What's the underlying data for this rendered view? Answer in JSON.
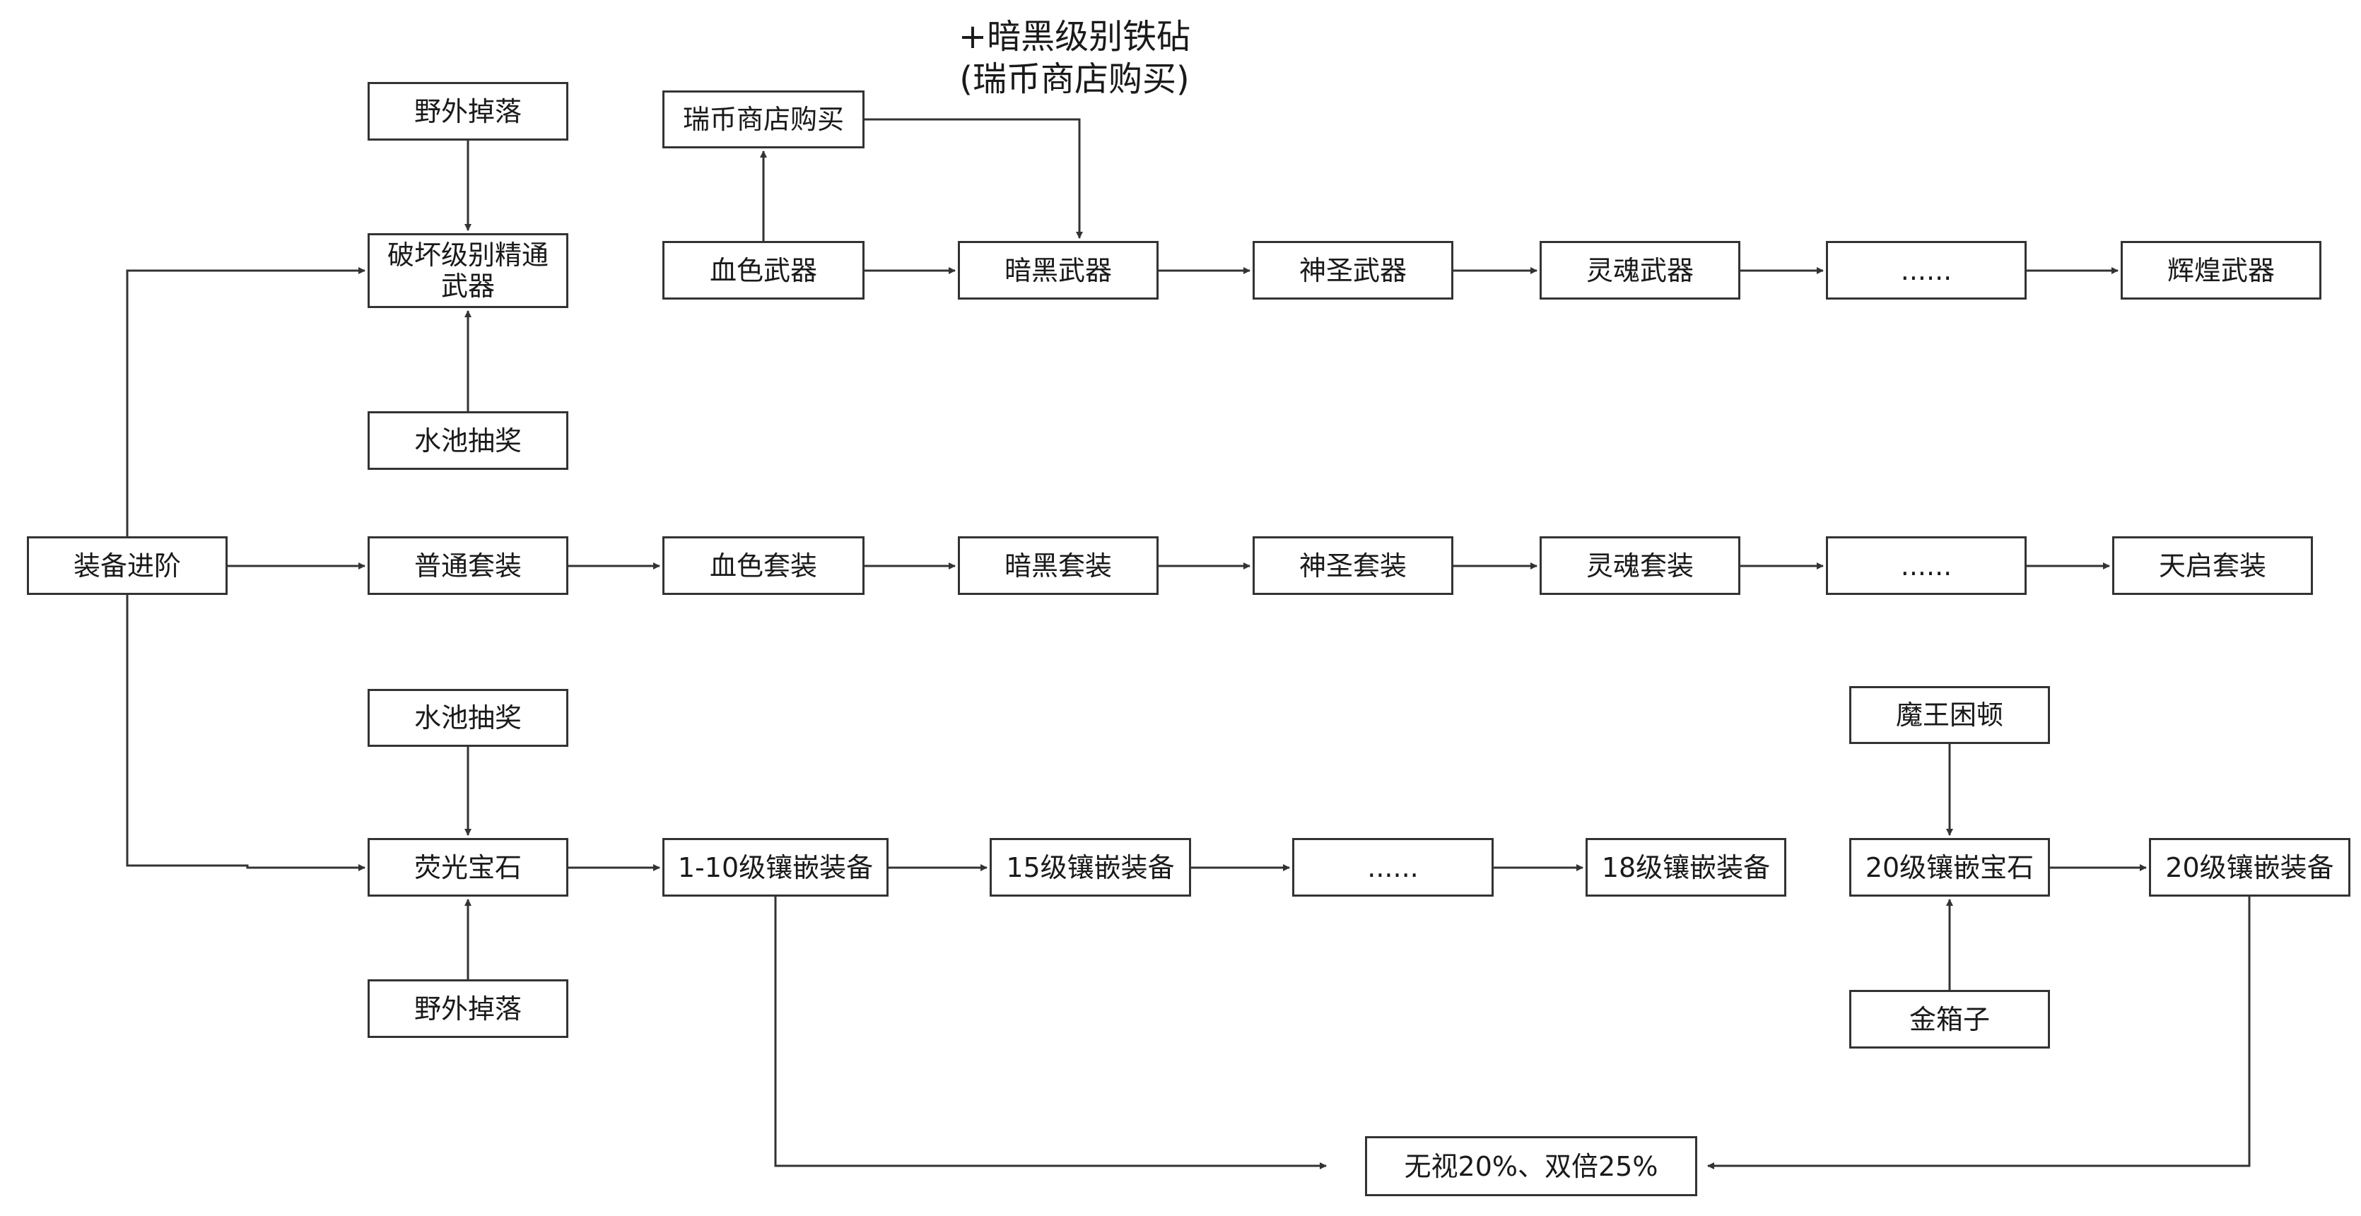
{
  "diagram": {
    "annotation": {
      "line1": "+暗黑级别铁砧",
      "line2": "(瑞币商店购买)"
    },
    "nodes": {
      "root": "装备进阶",
      "wild_drop_top": "野外掉落",
      "break_weapon": "破坏级别精通\n武器",
      "pool_draw_top": "水池抽奖",
      "ruibi_shop": "瑞币商店购买",
      "blood_weapon": "血色武器",
      "dark_weapon": "暗黑武器",
      "holy_weapon": "神圣武器",
      "soul_weapon": "灵魂武器",
      "weapon_more": "......",
      "brilliant_weapon": "辉煌武器",
      "normal_set": "普通套装",
      "blood_set": "血色套装",
      "dark_set": "暗黑套装",
      "holy_set": "神圣套装",
      "soul_set": "灵魂套装",
      "set_more": "......",
      "apocalypse_set": "天启套装",
      "pool_draw_bottom": "水池抽奖",
      "fluor_gem": "荧光宝石",
      "wild_drop_bottom": "野外掉落",
      "inlay_1_10": "1-10级镶嵌装备",
      "inlay_15": "15级镶嵌装备",
      "inlay_more": "......",
      "inlay_18": "18级镶嵌装备",
      "demon_king": "魔王困顿",
      "gem_20": "20级镶嵌宝石",
      "gold_box": "金箱子",
      "inlay_20": "20级镶嵌装备",
      "ignore_double": "无视20%、双倍25%"
    }
  }
}
